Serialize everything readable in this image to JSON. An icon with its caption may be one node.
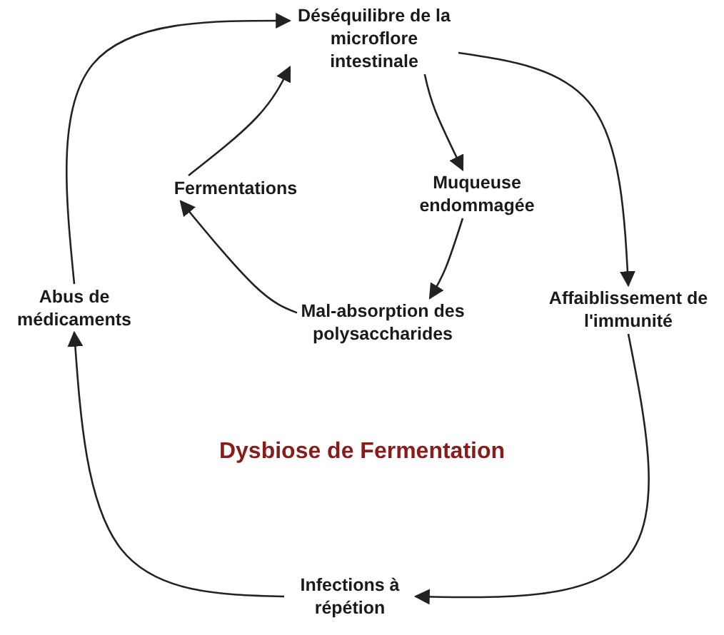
{
  "diagram": {
    "title": "Dysbiose de Fermentation",
    "nodes": [
      {
        "text": [
          "Déséquilibre de la microflore intestinale"
        ]
      },
      {
        "text": [
          "Muqueuse endommagée"
        ]
      },
      {
        "text": [
          "Mal-absorption des polysaccharides"
        ]
      },
      {
        "text": [
          "Fermentations"
        ]
      },
      {
        "text": [
          "Affaiblissement de l'immunité"
        ]
      },
      {
        "text": [
          "Infections à répétion"
        ]
      },
      {
        "text": [
          "Abus de médicaments"
        ]
      }
    ],
    "edges": [
      {
        "from": 0,
        "to": 4,
        "arrow": "to"
      },
      {
        "from": 4,
        "to": 5,
        "arrow": "to"
      },
      {
        "from": 5,
        "to": 6,
        "arrow": "to"
      },
      {
        "from": 6,
        "to": 0,
        "arrow": "to"
      },
      {
        "from": 0,
        "to": 1,
        "arrow": "to"
      },
      {
        "from": 1,
        "to": 2,
        "arrow": "to"
      },
      {
        "from": 2,
        "to": 3,
        "arrow": "to"
      },
      {
        "from": 3,
        "to": 0,
        "arrow": "to"
      }
    ]
  }
}
